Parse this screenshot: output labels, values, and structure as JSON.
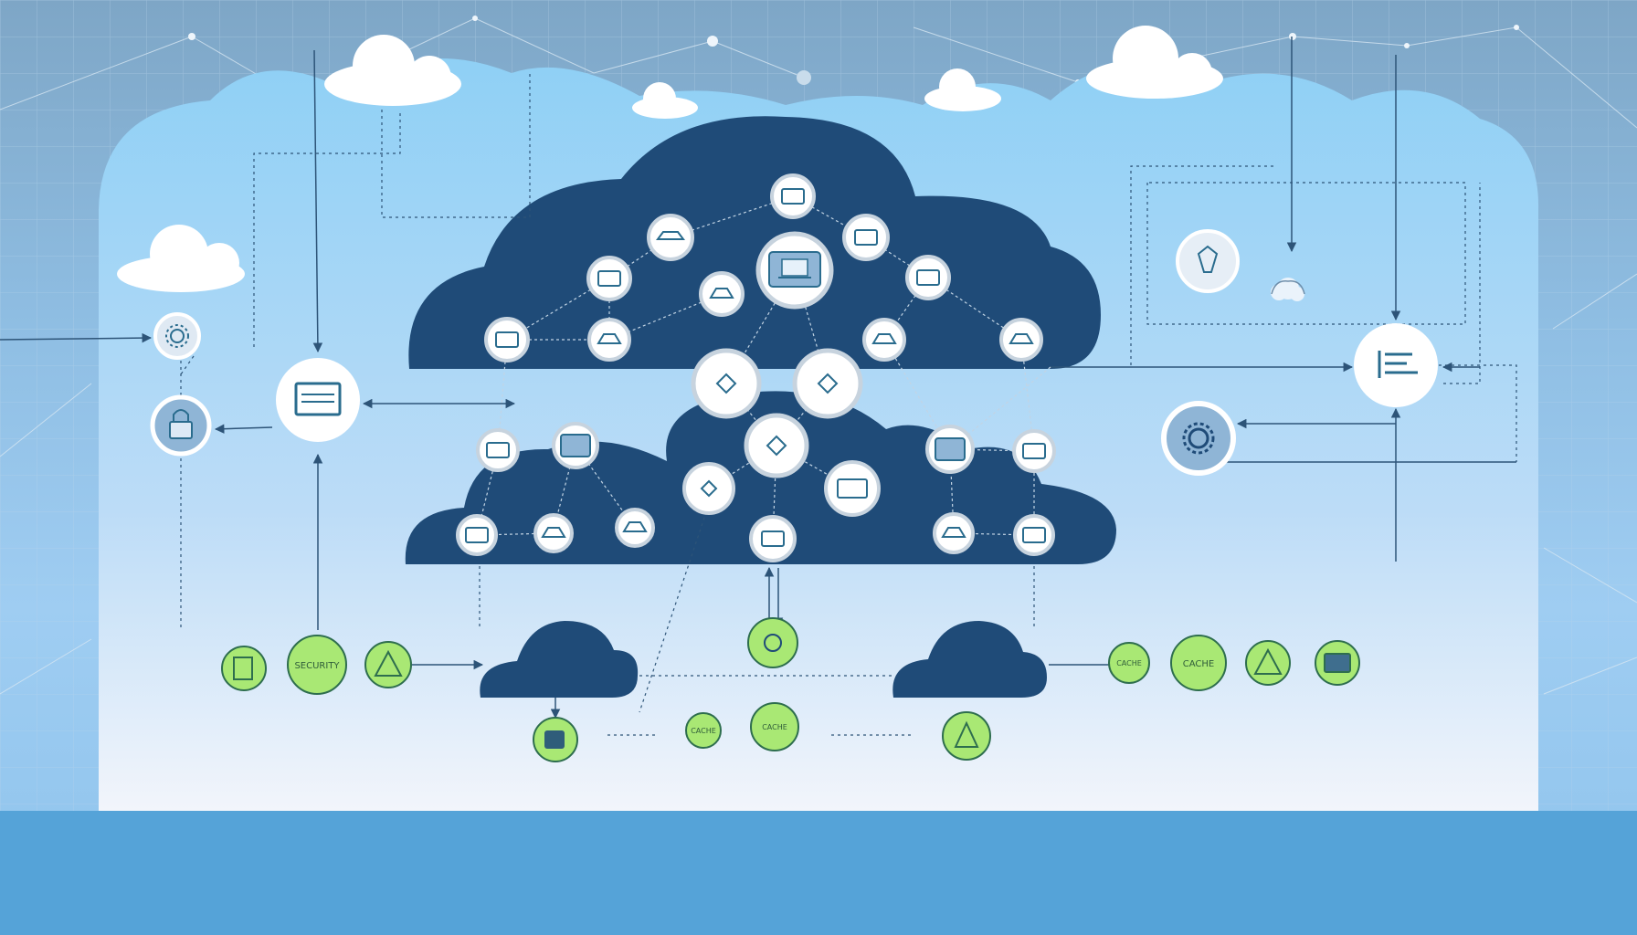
{
  "colors": {
    "background_top": "#7ea6c6",
    "panel_top": "#8fd0f5",
    "panel_bottom": "#f2f5fb",
    "floor": "#55a3d8",
    "dark_cloud": "#1f4b78",
    "white_cloud": "#ffffff",
    "node_ring": "#c7d3de",
    "node_fill": "#ffffff",
    "node_icon": "#2a6c8e",
    "green_node": "#a9e874",
    "green_ring": "#2e6e4e",
    "line": "#2d5478"
  },
  "labels": {
    "green_security": "SECURITY",
    "green_cache_1": "CACHE",
    "green_cache_2": "CACHE",
    "green_cache_3": "CACHE",
    "green_cache_4": "CACHE"
  },
  "icons": {
    "left_settings": "gear-icon",
    "left_lock": "lock-icon",
    "left_window": "window-icon",
    "right_shield": "shield-icon",
    "right_list": "list-icon",
    "right_gear": "gear-icon",
    "center_laptop": "laptop-icon",
    "small_cloud": "cloud-icon"
  }
}
